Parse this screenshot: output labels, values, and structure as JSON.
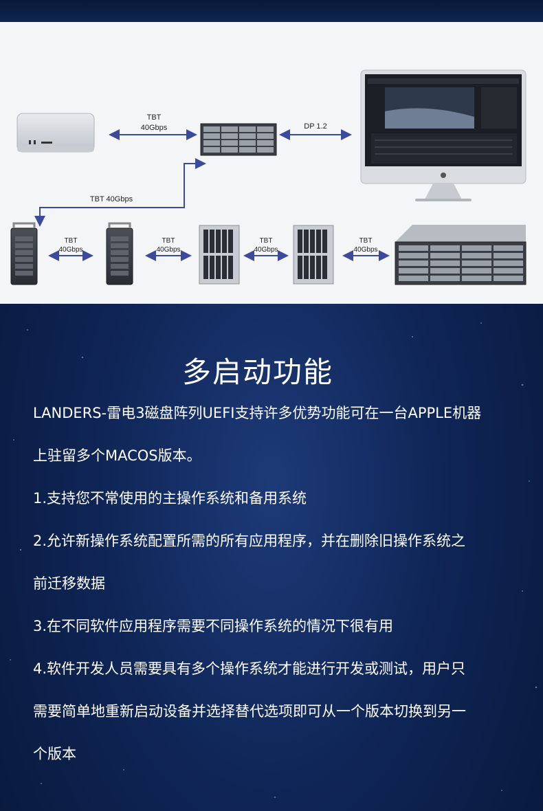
{
  "diagram": {
    "labels": {
      "tbt_top": [
        "TBT",
        "40Gbps"
      ],
      "dp": "DP 1.2",
      "tbt_link": "TBT 40Gbps",
      "tbt_b1": [
        "TBT",
        "40Gbps"
      ],
      "tbt_b2": [
        "TBT",
        "40Gbps"
      ],
      "tbt_b3": [
        "TBT",
        "40Gbps"
      ],
      "tbt_b4": [
        "TBT",
        "40Gbps"
      ]
    }
  },
  "title": "多启动功能",
  "intro_line1": "LANDERS-雷电3磁盘阵列UEFI支持许多优势功能可在一台APPLE机器",
  "intro_line2": "上驻留多个MACOS版本。",
  "item1": "1.支持您不常使用的主操作系统和备用系统",
  "item2_line1": "2.允许新操作系统配置所需的所有应用程序，并在删除旧操作系统之",
  "item2_line2": "前迁移数据",
  "item3": "3.在不同软件应用程序需要不同操作系统的情况下很有用",
  "item4_line1": "4.软件开发人员需要具有多个操作系统才能进行开发或测试，用户只",
  "item4_line2": "需要简单地重新启动设备并选择替代选项即可从一个版本切换到另一",
  "item4_line3": "个版本"
}
